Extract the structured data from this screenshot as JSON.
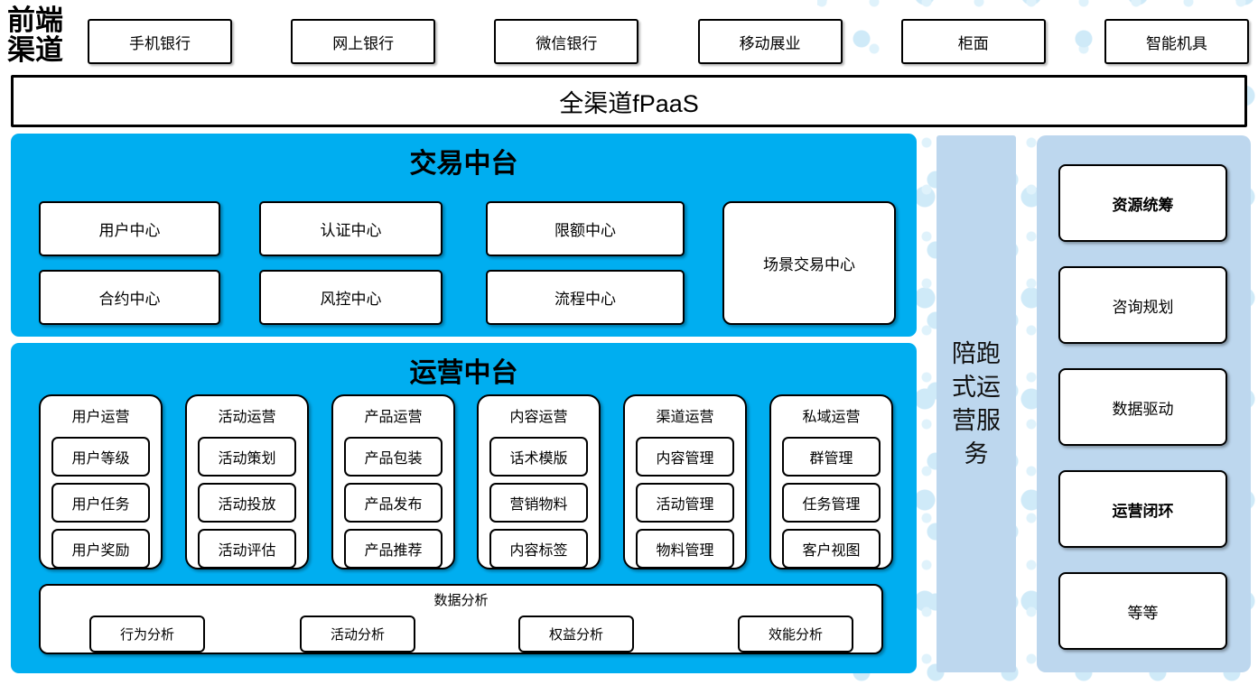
{
  "front_channels": {
    "label": "前端渠道",
    "items": [
      "手机银行",
      "网上银行",
      "微信银行",
      "移动展业",
      "柜面",
      "智能机具"
    ]
  },
  "fpaas": {
    "label": "全渠道fPaaS"
  },
  "transaction_platform": {
    "title": "交易中台",
    "centers": [
      "用户中心",
      "认证中心",
      "限额中心",
      "合约中心",
      "风控中心",
      "流程中心"
    ],
    "scene_center": "场景交易中心"
  },
  "operation_platform": {
    "title": "运营中台",
    "groups": [
      {
        "title": "用户运营",
        "items": [
          "用户等级",
          "用户任务",
          "用户奖励"
        ]
      },
      {
        "title": "活动运营",
        "items": [
          "活动策划",
          "活动投放",
          "活动评估"
        ]
      },
      {
        "title": "产品运营",
        "items": [
          "产品包装",
          "产品发布",
          "产品推荐"
        ]
      },
      {
        "title": "内容运营",
        "items": [
          "话术模版",
          "营销物料",
          "内容标签"
        ]
      },
      {
        "title": "渠道运营",
        "items": [
          "内容管理",
          "活动管理",
          "物料管理"
        ]
      },
      {
        "title": "私域运营",
        "items": [
          "群管理",
          "任务管理",
          "客户视图"
        ]
      }
    ],
    "analytics": {
      "title": "数据分析",
      "items": [
        "行为分析",
        "活动分析",
        "权益分析",
        "效能分析"
      ]
    }
  },
  "side_strip": {
    "label": "陪跑式运营服务"
  },
  "right_panel": {
    "items": [
      {
        "label": "资源统筹",
        "emphasis": true
      },
      {
        "label": "咨询规划",
        "emphasis": false
      },
      {
        "label": "数据驱动",
        "emphasis": false
      },
      {
        "label": "运营闭环",
        "emphasis": true
      },
      {
        "label": "等等",
        "emphasis": false
      }
    ]
  },
  "colors": {
    "platform_blue": "#00AEF0",
    "panel_light_blue": "#BDD7EE",
    "dot_blue": "#CFEAF8",
    "border": "#000000"
  }
}
